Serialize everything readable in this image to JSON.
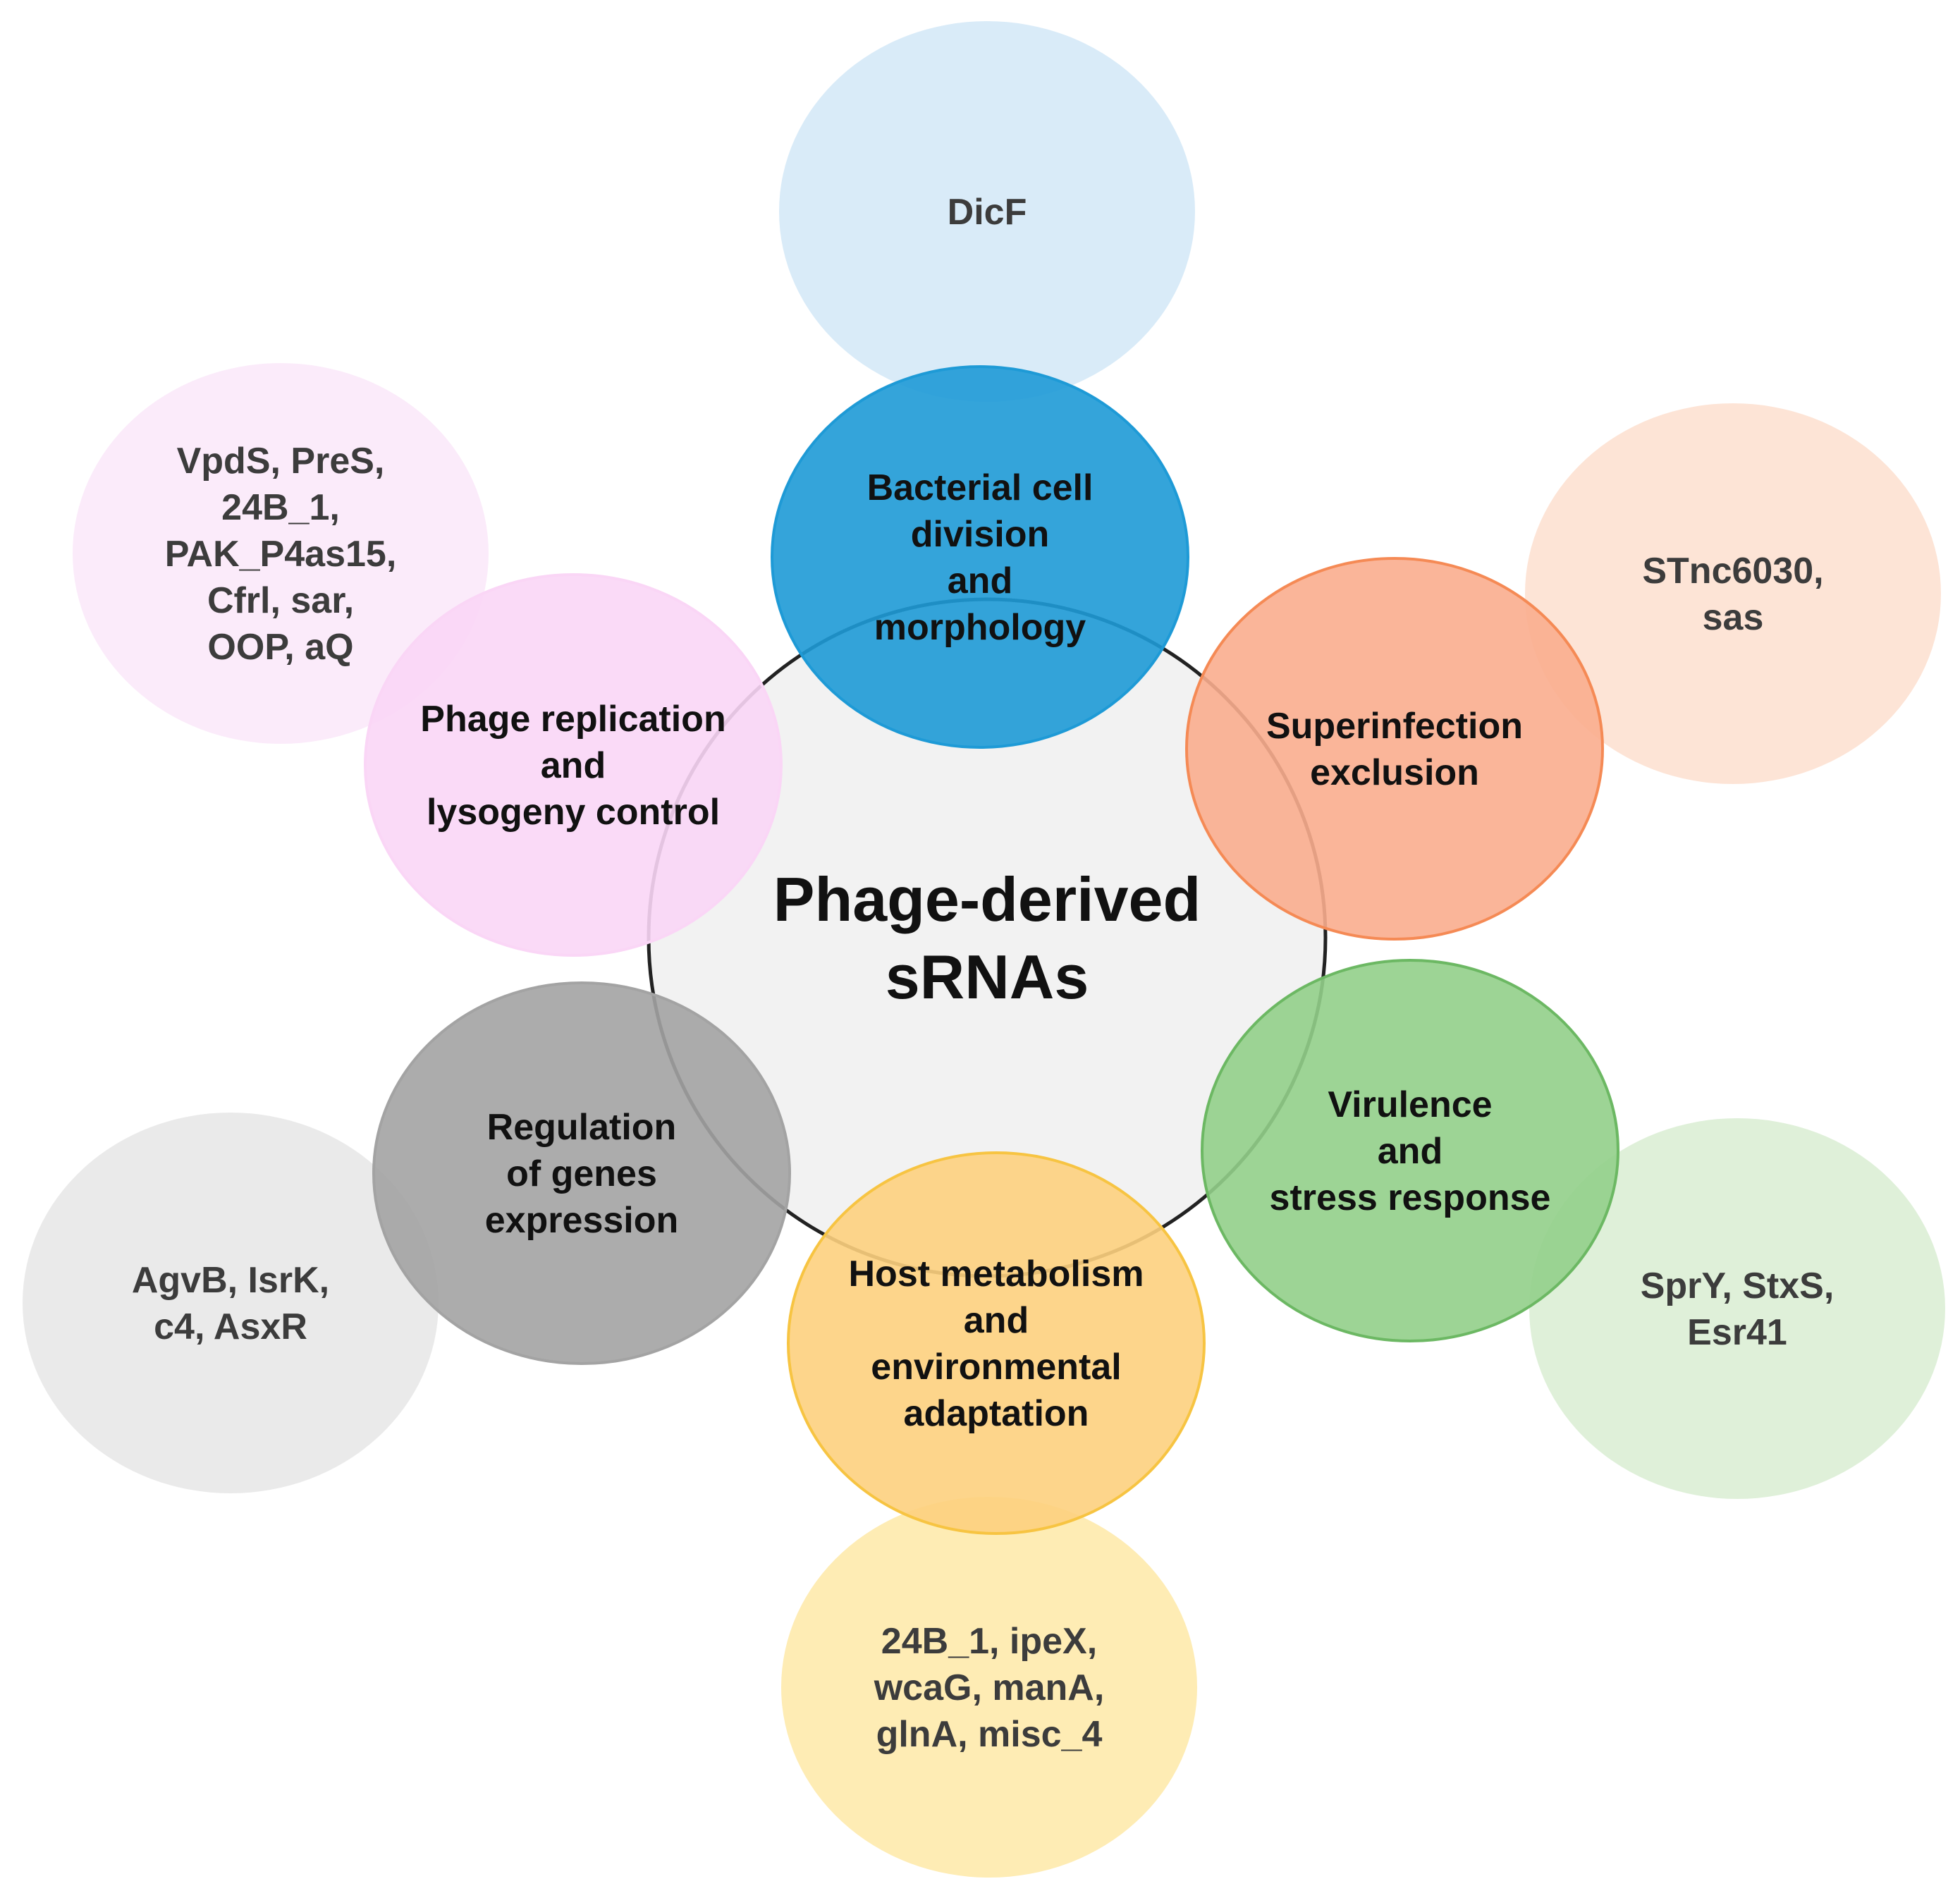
{
  "center": {
    "lines": [
      "Phage-derived",
      "sRNAs"
    ],
    "fill": "#f2f2f2",
    "stroke": "#222222"
  },
  "categories": [
    {
      "id": "bacterial-cell-division",
      "lines": [
        "Bacterial cell",
        "division",
        "and",
        "morphology"
      ],
      "fill": "#1e9ad6",
      "stroke": "#1e9ad6",
      "examples": {
        "lines": [
          "DicF"
        ],
        "fill": "#d6e9f7"
      }
    },
    {
      "id": "superinfection-exclusion",
      "lines": [
        "Superinfection",
        "exclusion"
      ],
      "fill": "#f9ad8e",
      "stroke": "#f58a55",
      "examples": {
        "lines": [
          "STnc6030,",
          "sas"
        ],
        "fill": "#fde2d3"
      }
    },
    {
      "id": "virulence-stress",
      "lines": [
        "Virulence",
        "and",
        "stress response"
      ],
      "fill": "#92cf8a",
      "stroke": "#6cb863",
      "examples": {
        "lines": [
          "SprY, StxS,",
          "Esr41"
        ],
        "fill": "#dcefd6"
      }
    },
    {
      "id": "host-metabolism",
      "lines": [
        "Host metabolism",
        "and",
        "environmental",
        "adaptation"
      ],
      "fill": "#fdd07e",
      "stroke": "#f7c442",
      "examples": {
        "lines": [
          "24B_1, ipeX,",
          "wcaG, manA,",
          "glnA, misc_4"
        ],
        "fill": "#feeaae"
      }
    },
    {
      "id": "regulation-genes",
      "lines": [
        "Regulation",
        "of genes",
        "expression"
      ],
      "fill": "#a3a3a3",
      "stroke": "#a3a3a3",
      "examples": {
        "lines": [
          "AgvB, IsrK,",
          "c4, AsxR"
        ],
        "fill": "#e8e8e8"
      }
    },
    {
      "id": "phage-replication",
      "lines": [
        "Phage replication",
        "and",
        "lysogeny control"
      ],
      "fill": "#fad6f6",
      "stroke": "#fad6f6",
      "examples": {
        "lines": [
          "VpdS, PreS,",
          "24B_1,",
          "PAK_P4as15,",
          "Cfrl, sar,",
          "OOP, aQ"
        ],
        "fill": "#fbe9fa"
      }
    }
  ]
}
